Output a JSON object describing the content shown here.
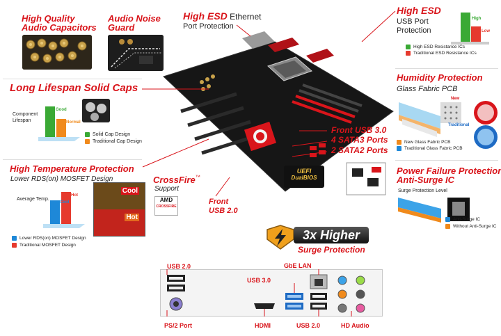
{
  "features": {
    "audio_caps": {
      "title_line1": "High Quality",
      "title_line2": "Audio Capacitors"
    },
    "audio_noise": {
      "title_line1": "Audio Noise",
      "title_line2": "Guard"
    },
    "esd_ethernet": {
      "title_red": "High ESD",
      "title_tail": " Ethernet",
      "subtitle": "Port Protection"
    },
    "esd_usb": {
      "title": "High ESD",
      "subtitle_line1": "USB Port",
      "subtitle_line2": "Protection",
      "bar_high": "High",
      "bar_low": "Low",
      "legend": [
        "High ESD Resistance ICs",
        "Traditional ESD Resistance ICs"
      ]
    },
    "solid_caps": {
      "title": "Long Lifespan Solid Caps",
      "axis_line1": "Component",
      "axis_line2": "Lifespan",
      "bar_good": "Good",
      "bar_normal": "Normal",
      "legend": [
        "Solid Cap Design",
        "Traditional Cap Design"
      ]
    },
    "humidity": {
      "title": "Humidity Protection",
      "subtitle": "Glass Fabric PCB",
      "tag_new": "New",
      "tag_traditional": "Traditional",
      "legend": [
        "New Glass Fabric PCB",
        "Traditional Glass Fabric PCB"
      ]
    },
    "temperature": {
      "title": "High Temperature Protection",
      "subtitle": "Lower RDS(on) MOSFET Design",
      "axis": "Average Temp.",
      "bar_cool": "Cool",
      "bar_hot": "Hot",
      "panel_cool": "Cool",
      "panel_hot": "Hot",
      "legend": [
        "Lower RDS(on) MOSFET Design",
        "Traditional MOSFET Design"
      ]
    },
    "crossfire": {
      "title": "CrossFire",
      "tm": "™",
      "subtitle": "Support",
      "badge_brand": "AMD",
      "badge_text": "CROSSFIRE"
    },
    "front_usb2": {
      "line1": "Front",
      "line2": "USB 2.0"
    },
    "front_ports": [
      "Front USB 3.0",
      "4 SATA3 Ports",
      "2 SATA2 Ports"
    ],
    "power_failure": {
      "title_line1": "Power Failure Protection",
      "title_line2": "Anti-Surge IC",
      "axis": "Surge Protection Level",
      "legend": [
        "Anti-Surge IC",
        "Without Anti-Surge IC"
      ]
    },
    "surge": {
      "badge": "3x Higher",
      "subtitle": "Surge Protection"
    },
    "uefi": {
      "line1": "UEFI",
      "line2": "DualBIOS"
    }
  },
  "io_panel": {
    "labels_top": {
      "usb20": "USB 2.0",
      "gbe": "GbE LAN",
      "usb30": "USB 3.0"
    },
    "labels_bottom": {
      "ps2": "PS/2 Port",
      "hdmi": "HDMI",
      "usb20": "USB 2.0",
      "audio": "HD Audio"
    }
  },
  "colors": {
    "accent_red": "#d9151b",
    "green": "#3aa935",
    "orange": "#f08a1c",
    "blue": "#1e88d8",
    "red_alt": "#e63a2e"
  }
}
